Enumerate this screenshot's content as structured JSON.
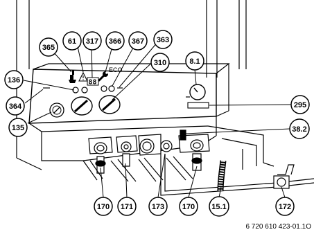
{
  "callouts": {
    "c365": "365",
    "c61": "61",
    "c317": "317",
    "c366": "366",
    "c367": "367",
    "c363": "363",
    "c310": "310",
    "c8_1": "8.1",
    "c136": "136",
    "c364": "364",
    "c135": "135",
    "c295": "295",
    "c38_2": "38.2",
    "c170a": "170",
    "c171": "171",
    "c173": "173",
    "c170b": "170",
    "c15_1": "15.1",
    "c172": "172"
  },
  "panel": {
    "display": "88",
    "eco_label": "ECO"
  },
  "caption": "6 720 610 423-01.1O"
}
